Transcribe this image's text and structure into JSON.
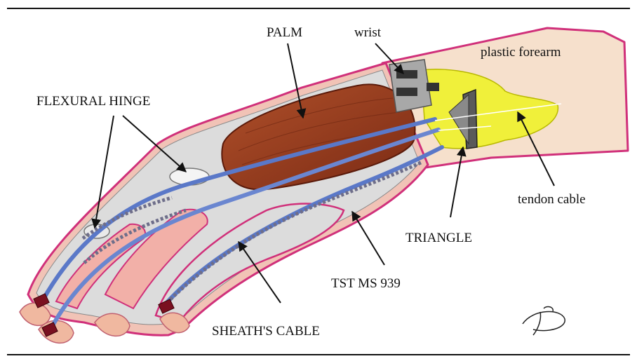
{
  "labels": {
    "palm": "PALM",
    "wrist": "wrist",
    "plastic_forearm": "plastic forearm",
    "flexural_hinge": "FLEXURAL HINGE",
    "tendon_cable": "tendon cable",
    "triangle": "TRIANGLE",
    "tst_ms_939": "TST MS 939",
    "sheaths_cable": "SHEATH'S CABLE"
  },
  "colors": {
    "forearm_skin": "#f6e0cc",
    "skin_outline": "#d0307a",
    "hand_body": "#dcdcdc",
    "palm_block": "#9a3a1c",
    "tendon_region": "#f0f03a",
    "tendon_cable_blue": "#5a78c8",
    "sheath": "#7f7f9a",
    "fingertip_clamp": "#7a1020",
    "wrist_block": "#a8a8a8",
    "finger_skin": "#f0b8a0"
  }
}
